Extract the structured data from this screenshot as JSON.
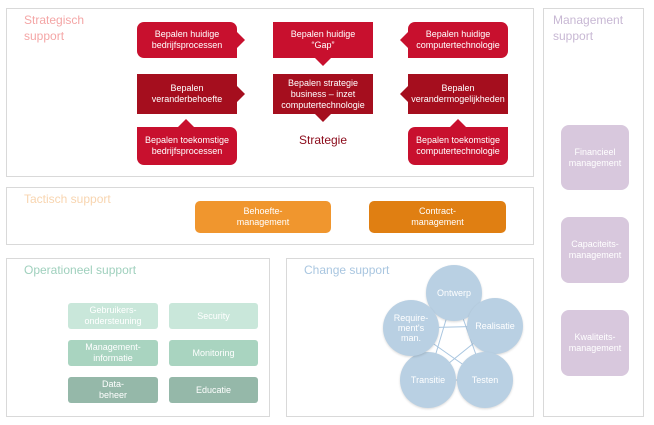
{
  "strategisch": {
    "title": "Strategisch\nsupport",
    "boxes": {
      "huidige_bedrijfsprocessen": "Bepalen huidige\nbedrijfsprocessen",
      "huidige_gap": "Bepalen huidige\n“Gap”",
      "huidige_computertechnologie": "Bepalen huidige\ncomputertechnologie",
      "veranderbehoefte": "Bepalen\nveranderbehoefte",
      "strategie_business": "Bepalen strategie\nbusiness – inzet\ncomputertechnologie",
      "verandermogelijkheden": "Bepalen\nverandermogelijkheden",
      "toekomstige_bedrijfsprocessen": "Bepalen toekomstige\nbedrijfsprocessen",
      "toekomstige_computertechnologie": "Bepalen toekomstige\ncomputertechnologie"
    },
    "strategie_label": "Strategie"
  },
  "management": {
    "title": "Management\nsupport",
    "items": [
      "Financieel\nmanagement",
      "Capaciteits-\nmanagement",
      "Kwaliteits-\nmanagement"
    ]
  },
  "tactisch": {
    "title": "Tactisch support",
    "items": [
      "Behoefte-\nmanagement",
      "Contract-\nmanagement"
    ]
  },
  "operationeel": {
    "title": "Operationeel support",
    "items": [
      "Gebruikers-\nondersteuning",
      "Security",
      "Management-\ninformatie",
      "Monitoring",
      "Data-\nbeheer",
      "Educatie"
    ]
  },
  "change": {
    "title": "Change support",
    "cycle": [
      "Ontwerp",
      "Realisatie",
      "Testen",
      "Transitie",
      "Require-\nment's\nman."
    ]
  },
  "colors": {
    "red": "#c8102e",
    "darkred": "#a50e1e",
    "strategisch_title": "#f4a6a6",
    "management_title": "#c8b8d4",
    "tactisch_title": "#f8d5b0",
    "operationeel_title": "#9fd0bd",
    "change_title": "#a9c6e0"
  }
}
